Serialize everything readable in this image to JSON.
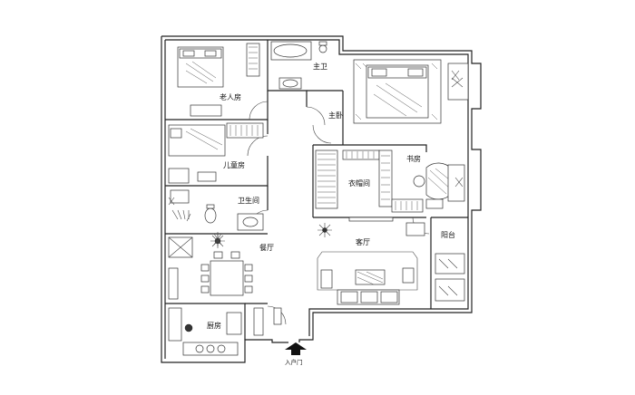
{
  "rooms": {
    "elder_bedroom": "老人房",
    "master_bath": "主卫",
    "master_bedroom": "主卧",
    "children_room": "儿童房",
    "cloakroom": "衣帽间",
    "study": "书房",
    "bathroom": "卫生间",
    "living_room": "客厅",
    "dining_room": "餐厅",
    "balcony": "阳台",
    "kitchen": "厨房"
  },
  "entrance": "入户门"
}
